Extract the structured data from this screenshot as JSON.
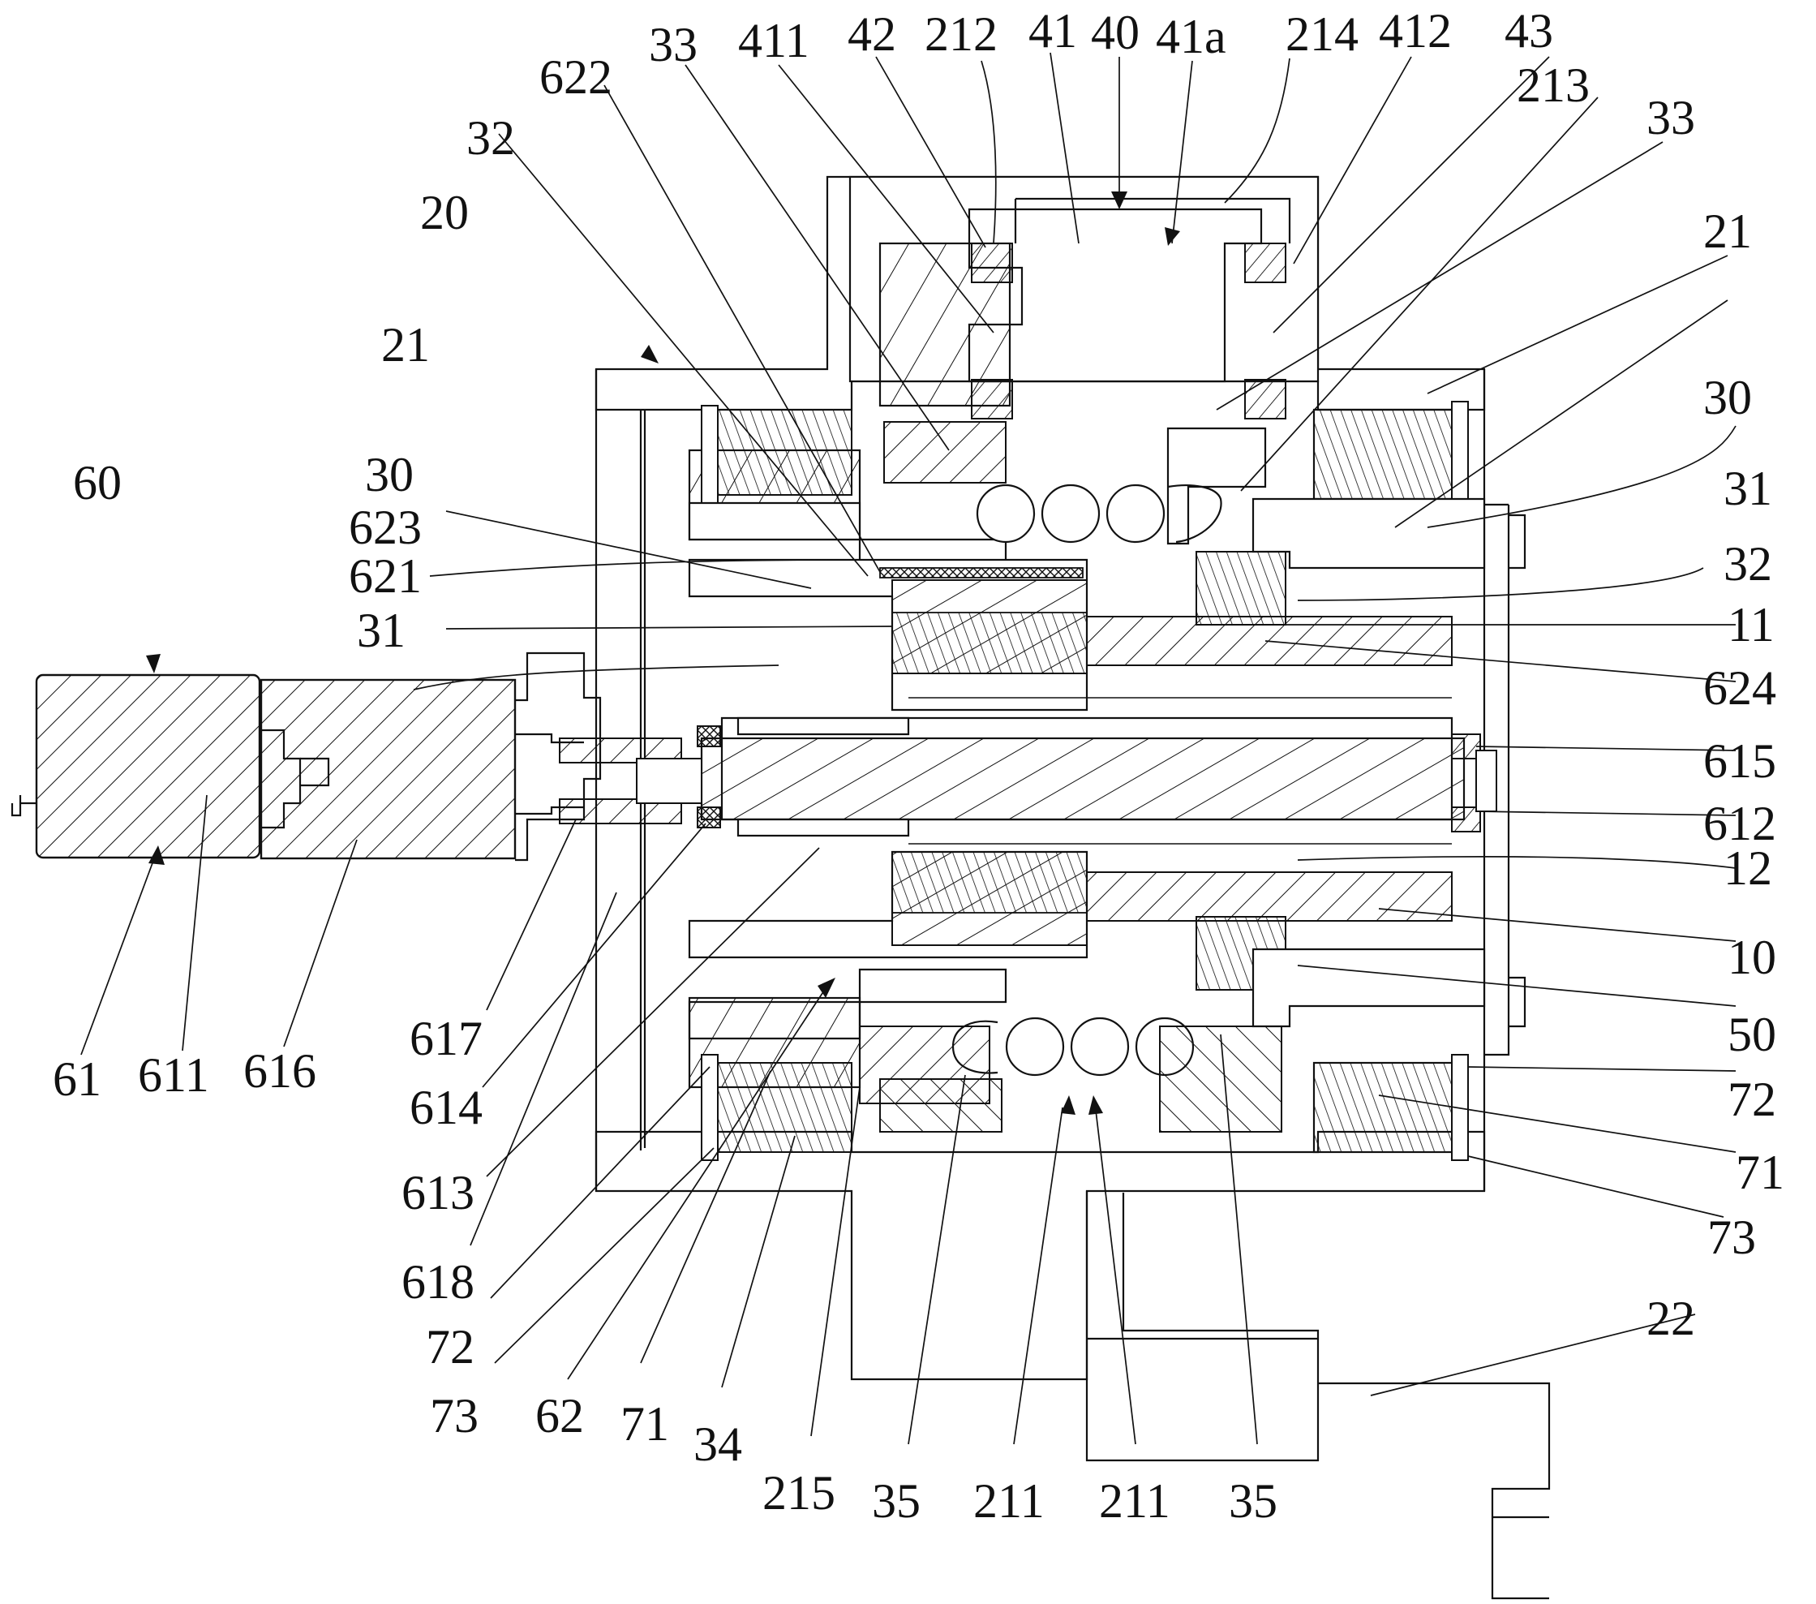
{
  "figure": {
    "labels": [
      {
        "id": "l-33-top-left",
        "text": "33"
      },
      {
        "id": "l-411",
        "text": "411"
      },
      {
        "id": "l-42",
        "text": "42"
      },
      {
        "id": "l-212",
        "text": "212"
      },
      {
        "id": "l-41",
        "text": "41"
      },
      {
        "id": "l-40",
        "text": "40"
      },
      {
        "id": "l-41a",
        "text": "41a"
      },
      {
        "id": "l-214",
        "text": "214"
      },
      {
        "id": "l-412",
        "text": "412"
      },
      {
        "id": "l-43",
        "text": "43"
      },
      {
        "id": "l-622",
        "text": "622"
      },
      {
        "id": "l-213",
        "text": "213"
      },
      {
        "id": "l-33-top-right",
        "text": "33"
      },
      {
        "id": "l-32-left",
        "text": "32"
      },
      {
        "id": "l-20",
        "text": "20"
      },
      {
        "id": "l-21-right",
        "text": "21"
      },
      {
        "id": "l-21-left",
        "text": "21"
      },
      {
        "id": "l-30-right",
        "text": "30"
      },
      {
        "id": "l-60",
        "text": "60"
      },
      {
        "id": "l-30-left",
        "text": "30"
      },
      {
        "id": "l-31-right",
        "text": "31"
      },
      {
        "id": "l-623",
        "text": "623"
      },
      {
        "id": "l-621",
        "text": "621"
      },
      {
        "id": "l-32-right",
        "text": "32"
      },
      {
        "id": "l-31-left",
        "text": "31"
      },
      {
        "id": "l-11",
        "text": "11"
      },
      {
        "id": "l-624",
        "text": "624"
      },
      {
        "id": "l-615",
        "text": "615"
      },
      {
        "id": "l-612",
        "text": "612"
      },
      {
        "id": "l-12",
        "text": "12"
      },
      {
        "id": "l-10",
        "text": "10"
      },
      {
        "id": "l-617",
        "text": "617"
      },
      {
        "id": "l-50",
        "text": "50"
      },
      {
        "id": "l-61",
        "text": "61"
      },
      {
        "id": "l-611",
        "text": "611"
      },
      {
        "id": "l-616",
        "text": "616"
      },
      {
        "id": "l-72-right",
        "text": "72"
      },
      {
        "id": "l-614",
        "text": "614"
      },
      {
        "id": "l-71-right",
        "text": "71"
      },
      {
        "id": "l-613",
        "text": "613"
      },
      {
        "id": "l-73-right",
        "text": "73"
      },
      {
        "id": "l-618",
        "text": "618"
      },
      {
        "id": "l-72-left",
        "text": "72"
      },
      {
        "id": "l-22",
        "text": "22"
      },
      {
        "id": "l-73-left",
        "text": "73"
      },
      {
        "id": "l-62",
        "text": "62"
      },
      {
        "id": "l-71-left",
        "text": "71"
      },
      {
        "id": "l-34",
        "text": "34"
      },
      {
        "id": "l-215",
        "text": "215"
      },
      {
        "id": "l-35-left",
        "text": "35"
      },
      {
        "id": "l-211-left",
        "text": "211"
      },
      {
        "id": "l-211-right",
        "text": "211"
      },
      {
        "id": "l-35-right",
        "text": "35"
      }
    ]
  }
}
